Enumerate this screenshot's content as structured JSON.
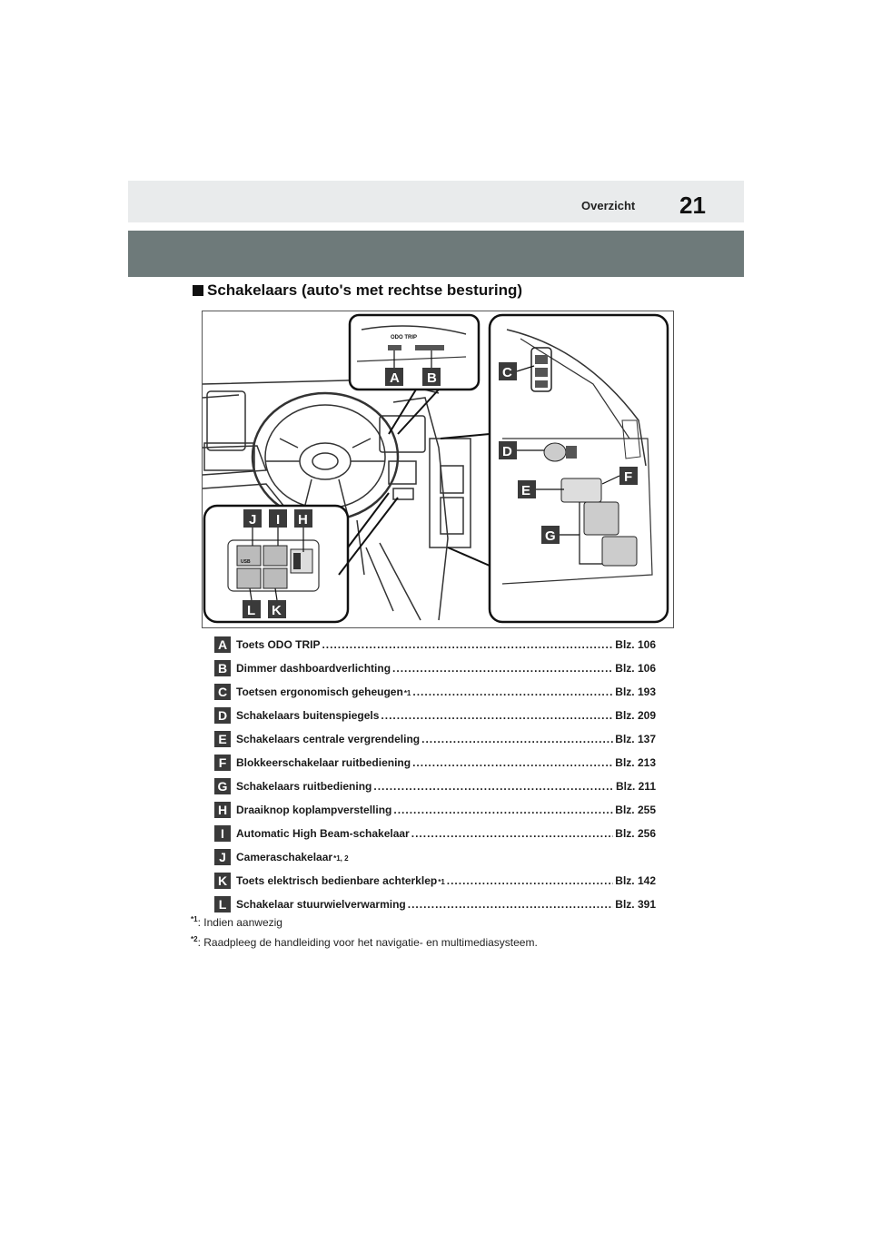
{
  "header": {
    "section_title": "Overzicht",
    "page_number": "21"
  },
  "section": {
    "heading": "Schakelaars (auto's met rechtse besturing)"
  },
  "figure": {
    "callouts": [
      "A",
      "B",
      "C",
      "D",
      "E",
      "F",
      "G",
      "H",
      "I",
      "J",
      "K",
      "L"
    ]
  },
  "legend": [
    {
      "letter": "A",
      "text": "Toets ODO TRIP",
      "sup": "",
      "page": "Blz. 106"
    },
    {
      "letter": "B",
      "text": "Dimmer dashboardverlichting",
      "sup": "",
      "page": "Blz. 106"
    },
    {
      "letter": "C",
      "text": "Toetsen ergonomisch geheugen",
      "sup": "*1",
      "page": "Blz. 193"
    },
    {
      "letter": "D",
      "text": "Schakelaars buitenspiegels",
      "sup": "",
      "page": "Blz. 209"
    },
    {
      "letter": "E",
      "text": "Schakelaars centrale vergrendeling",
      "sup": "",
      "page": "Blz. 137"
    },
    {
      "letter": "F",
      "text": "Blokkeerschakelaar ruitbediening",
      "sup": "",
      "page": "Blz. 213"
    },
    {
      "letter": "G",
      "text": "Schakelaars ruitbediening",
      "sup": "",
      "page": "Blz. 211"
    },
    {
      "letter": "H",
      "text": "Draaiknop koplampverstelling",
      "sup": "",
      "page": "Blz. 255"
    },
    {
      "letter": "I",
      "text": "Automatic High Beam-schakelaar",
      "sup": "",
      "page": "Blz. 256"
    },
    {
      "letter": "J",
      "text": "Cameraschakelaar",
      "sup": "*1, 2",
      "page": ""
    },
    {
      "letter": "K",
      "text": "Toets elektrisch bedienbare achterklep",
      "sup": "*1",
      "page": "Blz. 142"
    },
    {
      "letter": "L",
      "text": "Schakelaar stuurwielverwarming",
      "sup": "",
      "page": "Blz. 391"
    }
  ],
  "footnotes": [
    {
      "mark": "*1",
      "text": ": Indien aanwezig"
    },
    {
      "mark": "*2",
      "text": ": Raadpleeg de handleiding voor het navigatie- en multimediasysteem."
    }
  ],
  "figure_text": {
    "odo_trip": "ODO TRIP",
    "usb": "USB"
  }
}
